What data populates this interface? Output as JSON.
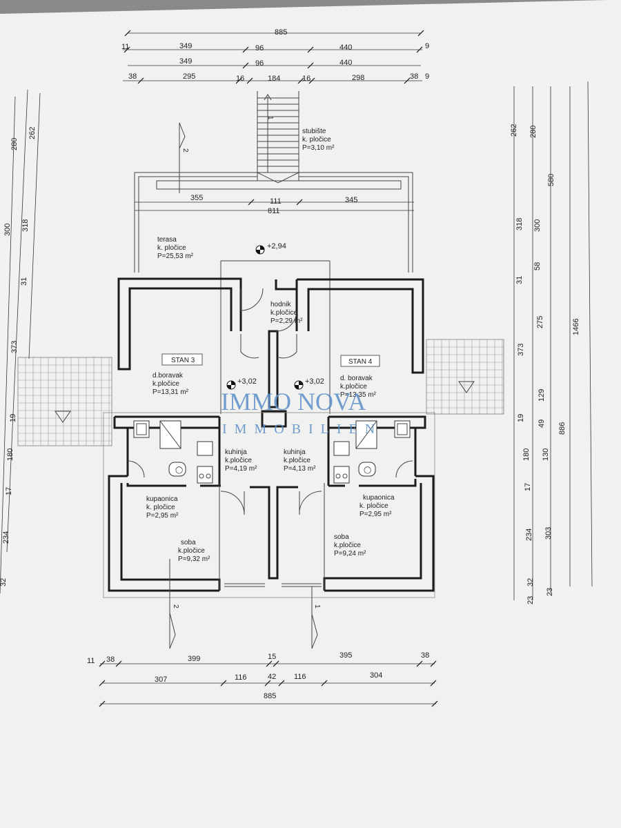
{
  "rooms": {
    "stubiste": {
      "name": "stubište",
      "floor": "k. pločice",
      "area": "P=3,10 m²"
    },
    "terasa": {
      "name": "terasa",
      "floor": "k. pločice",
      "area": "P=25,53 m²"
    },
    "hodnik": {
      "name": "hodnik",
      "floor": "k.pločice",
      "area": "P=2,29 m²"
    },
    "boravak3": {
      "name": "d.boravak",
      "floor": "k.pločice",
      "area": "P=13,31 m²"
    },
    "boravak4": {
      "name": "d. boravak",
      "floor": "k.pločice",
      "area": "P=13,35 m²"
    },
    "kuhinja3": {
      "name": "kuhinja",
      "floor": "k.pločice",
      "area": "P=4,19 m²"
    },
    "kuhinja4": {
      "name": "kuhinja",
      "floor": "k.pločice",
      "area": "P=4,13 m²"
    },
    "kupaonica3": {
      "name": "kupaonica",
      "floor": "k. pločice",
      "area": "P=2,95 m²"
    },
    "kupaonica4": {
      "name": "kupaonica",
      "floor": "k. pločice",
      "area": "P=2,95 m²"
    },
    "soba3": {
      "name": "soba",
      "floor": "k.pločice",
      "area": "P=9,32 m²"
    },
    "soba4": {
      "name": "soba",
      "floor": "k.pločice",
      "area": "P=9,24 m²"
    }
  },
  "units": {
    "stan3": "STAN 3",
    "stan4": "STAN 4"
  },
  "levels": {
    "terrace": "+2,94",
    "left": "+3,02",
    "right": "+3,02"
  },
  "section_marks": {
    "one": "1",
    "two": "2"
  },
  "watermark": {
    "brand": "IMMO NOVA",
    "sub": "IMMOBILIEN"
  },
  "dims": {
    "top1": {
      "total": "885"
    },
    "top2": {
      "a": "11",
      "b": "349",
      "c": "96",
      "d": "440",
      "e": "9"
    },
    "top3": {
      "b": "349",
      "c": "96",
      "d": "440"
    },
    "top4": {
      "a": "38",
      "b": "295",
      "c": "16",
      "d": "184",
      "e": "16",
      "f": "298",
      "g": "38",
      "h": "9"
    },
    "terrace_inner": {
      "a": "355",
      "b": "111",
      "c": "345"
    },
    "terrace_total": "811",
    "bottom1": {
      "a": "11",
      "b": "38",
      "c": "399",
      "d": "15",
      "e": "395",
      "f": "38"
    },
    "bottom2": {
      "a": "307",
      "b": "116",
      "c": "42",
      "d": "116",
      "e": "304"
    },
    "bottom_total": "885",
    "left": {
      "a": "280",
      "b": "262",
      "c": "300",
      "d": "318",
      "e": "31",
      "f": "373",
      "g": "19",
      "h": "180",
      "i": "17",
      "j": "234",
      "k": "32"
    },
    "right": {
      "a": "262",
      "b": "280",
      "c": "580",
      "d": "318",
      "e": "300",
      "f": "58",
      "g": "31",
      "h": "275",
      "i": "1466",
      "j": "373",
      "k": "129",
      "l": "19",
      "m": "49",
      "n": "886",
      "o": "180",
      "p": "130",
      "q": "17",
      "r": "234",
      "s": "303",
      "t": "23",
      "u": "32",
      "v": "23"
    }
  }
}
